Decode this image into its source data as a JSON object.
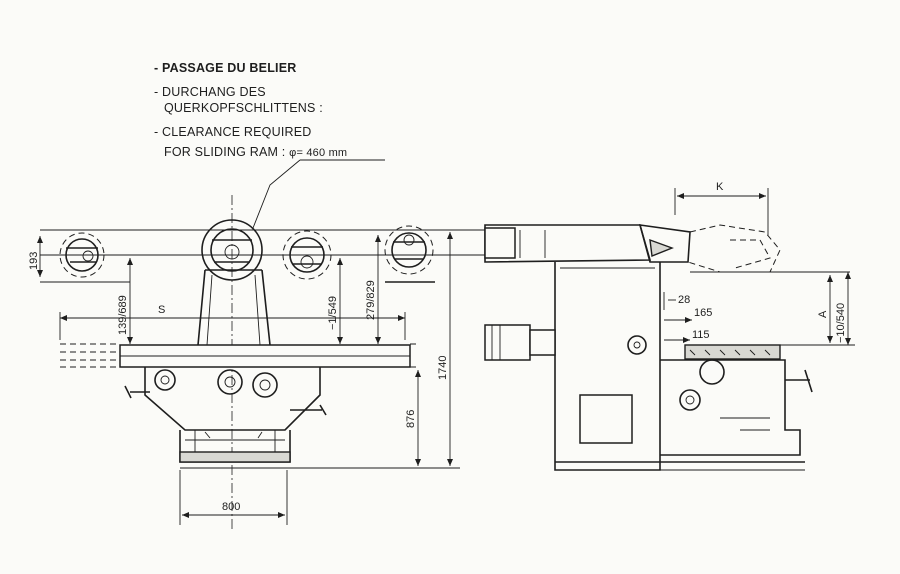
{
  "notes": {
    "line1": "- PASSAGE DU BELIER",
    "line2a": "- DURCHANG DES",
    "line2b": "QUERKOPFSCHLITTENS :",
    "line3a": "- CLEARANCE REQUIRED",
    "line3b_prefix": "FOR SLIDING RAM : ",
    "line3b_value": "φ= 460 mm"
  },
  "front_view": {
    "dim_193": "193",
    "dim_139_689": "139/689",
    "dim_S": "S",
    "dim_1_549": "−1/549",
    "dim_279_829": "279/829",
    "dim_1740": "1740",
    "dim_876": "876",
    "dim_800": "800"
  },
  "side_view": {
    "dim_K": "K",
    "dim_28": "28",
    "dim_165": "165",
    "dim_115": "115",
    "dim_A": "A",
    "dim_10_540": "−10/540"
  }
}
